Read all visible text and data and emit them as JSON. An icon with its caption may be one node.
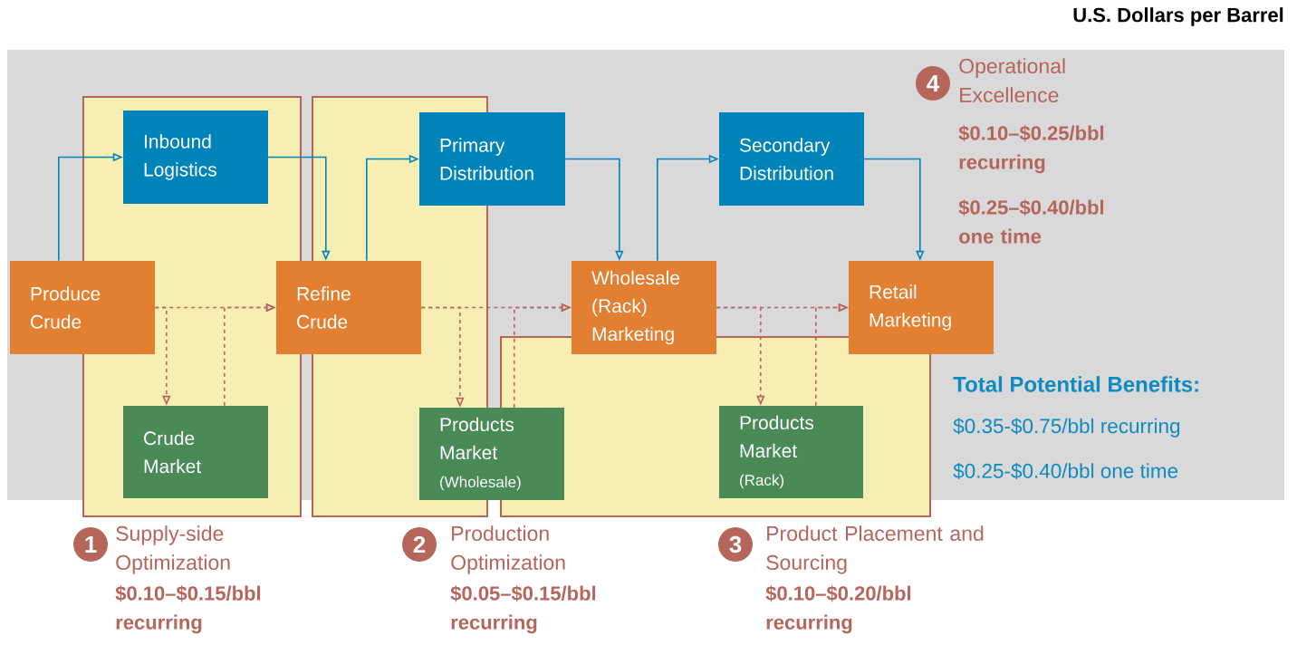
{
  "diagram": {
    "title": "U.S. Dollars per Barrel",
    "nodes": [
      {
        "text": [],
        "shape": "box"
      },
      {
        "text": [],
        "shape": "box"
      },
      {
        "text": [
          "Inbound Logistics"
        ],
        "in": 0
      },
      {
        "text": [
          "Primary Distribution"
        ]
      },
      {
        "text": [
          "Secondary Distribution"
        ]
      },
      {
        "text": [
          "Produce Crude"
        ]
      },
      {
        "text": [
          "Refine Crude"
        ]
      },
      {
        "text": [
          "Wholesale (Rack) Marketing"
        ]
      },
      {
        "text": [
          "Retail Marketing"
        ]
      },
      {
        "text": [
          "Crude Market"
        ],
        "in": 0
      },
      {
        "text": [
          "Products Market",
          "(Wholesale)"
        ]
      },
      {
        "text": [
          "Products Market",
          "(Rack)"
        ],
        "in": 1
      }
    ],
    "edges": [
      {
        "from": 5,
        "to": 2,
        "arrow": "to",
        "color": "#0083b9"
      },
      {
        "from": 2,
        "to": 6,
        "arrow": "to",
        "color": "#0083b9"
      },
      {
        "from": 6,
        "to": 3,
        "arrow": "to",
        "color": "#0083b9"
      },
      {
        "from": 3,
        "to": 7,
        "arrow": "to",
        "color": "#0083b9"
      },
      {
        "from": 7,
        "to": 4,
        "arrow": "to",
        "color": "#0083b9"
      },
      {
        "from": 4,
        "to": 8,
        "arrow": "to",
        "color": "#0083b9"
      },
      {
        "from": 5,
        "to": 6,
        "arrow": "to",
        "style": "dashed"
      },
      {
        "from": 5,
        "to": 9,
        "arrow": "to",
        "style": "dashed"
      },
      {
        "from": 9,
        "to": 6,
        "arrow": "to",
        "style": "dashed"
      },
      {
        "from": 6,
        "to": 7,
        "arrow": "to",
        "style": "dashed"
      },
      {
        "from": 6,
        "to": 10,
        "arrow": "to",
        "style": "dashed"
      },
      {
        "from": 10,
        "to": 7,
        "arrow": "to",
        "style": "dashed"
      },
      {
        "from": 7,
        "to": 8,
        "arrow": "to",
        "style": "dashed"
      },
      {
        "from": 7,
        "to": 11,
        "arrow": "to",
        "style": "dashed"
      },
      {
        "from": 11,
        "to": 8,
        "arrow": "to",
        "style": "dashed"
      }
    ],
    "labels": [
      "4",
      "Operational Excellence",
      "$0.10–$0.25/bbl recurring",
      "$0.25–$0.40/bbl one time",
      "Total Potential Benefits:",
      "$0.35-$0.75/bbl recurring",
      "$0.25-$0.40/bbl one time",
      "1",
      "Supply-side Optimization",
      "$0.10–$0.15/bbl recurring",
      "2",
      "Production Optimization",
      "$0.05–$0.15/bbl recurring",
      "3",
      "Product Placement and Sourcing",
      "$0.10–$0.20/bbl recurring"
    ]
  }
}
